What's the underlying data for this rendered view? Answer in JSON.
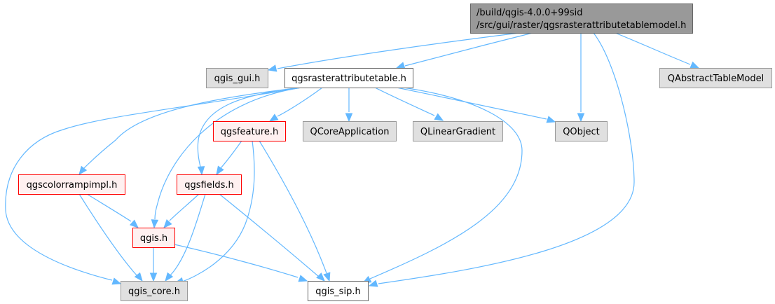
{
  "diagram": {
    "type": "include-dependency-graph",
    "colors": {
      "edge": "#63b8ff",
      "root_fill": "#999999",
      "root_stroke": "#666666",
      "external_fill": "#e0e0e0",
      "external_stroke": "#999999",
      "documented_fill": "#ffffff",
      "documented_stroke": "#666666",
      "truncated_fill": "#fff0f0",
      "truncated_stroke": "#ff0000"
    },
    "nodes": [
      {
        "id": "root",
        "lines": [
          "/build/qgis-4.0.0+99sid",
          "/src/gui/raster/qgsrasterattributetablemodel.h"
        ],
        "style": "root"
      },
      {
        "id": "qgis_gui",
        "lines": [
          "qgis_gui.h"
        ],
        "style": "external"
      },
      {
        "id": "qgsrasterattributetable",
        "lines": [
          "qgsrasterattributetable.h"
        ],
        "style": "documented"
      },
      {
        "id": "QAbstractTableModel",
        "lines": [
          "QAbstractTableModel"
        ],
        "style": "external"
      },
      {
        "id": "qgsfeature",
        "lines": [
          "qgsfeature.h"
        ],
        "style": "truncated"
      },
      {
        "id": "QCoreApplication",
        "lines": [
          "QCoreApplication"
        ],
        "style": "external"
      },
      {
        "id": "QLinearGradient",
        "lines": [
          "QLinearGradient"
        ],
        "style": "external"
      },
      {
        "id": "QObject",
        "lines": [
          "QObject"
        ],
        "style": "external"
      },
      {
        "id": "qgscolorrampimpl",
        "lines": [
          "qgscolorrampimpl.h"
        ],
        "style": "truncated"
      },
      {
        "id": "qgsfields",
        "lines": [
          "qgsfields.h"
        ],
        "style": "truncated"
      },
      {
        "id": "qgis",
        "lines": [
          "qgis.h"
        ],
        "style": "truncated"
      },
      {
        "id": "qgis_core",
        "lines": [
          "qgis_core.h"
        ],
        "style": "external"
      },
      {
        "id": "qgis_sip",
        "lines": [
          "qgis_sip.h"
        ],
        "style": "documented"
      }
    ],
    "edges": [
      {
        "from": "root",
        "to": "qgis_gui"
      },
      {
        "from": "root",
        "to": "qgsrasterattributetable"
      },
      {
        "from": "root",
        "to": "QObject"
      },
      {
        "from": "root",
        "to": "qgis_sip"
      },
      {
        "from": "root",
        "to": "QAbstractTableModel"
      },
      {
        "from": "qgsrasterattributetable",
        "to": "qgsfeature"
      },
      {
        "from": "qgsrasterattributetable",
        "to": "QCoreApplication"
      },
      {
        "from": "qgsrasterattributetable",
        "to": "QLinearGradient"
      },
      {
        "from": "qgsrasterattributetable",
        "to": "QObject"
      },
      {
        "from": "qgsrasterattributetable",
        "to": "qgscolorrampimpl"
      },
      {
        "from": "qgsrasterattributetable",
        "to": "qgsfields"
      },
      {
        "from": "qgsrasterattributetable",
        "to": "qgis"
      },
      {
        "from": "qgsrasterattributetable",
        "to": "qgis_core"
      },
      {
        "from": "qgsrasterattributetable",
        "to": "qgis_sip"
      },
      {
        "from": "qgsfeature",
        "to": "qgsfields"
      },
      {
        "from": "qgsfeature",
        "to": "qgis_core"
      },
      {
        "from": "qgsfeature",
        "to": "qgis_sip"
      },
      {
        "from": "qgscolorrampimpl",
        "to": "qgis"
      },
      {
        "from": "qgscolorrampimpl",
        "to": "qgis_core"
      },
      {
        "from": "qgsfields",
        "to": "qgis"
      },
      {
        "from": "qgsfields",
        "to": "qgis_core"
      },
      {
        "from": "qgsfields",
        "to": "qgis_sip"
      },
      {
        "from": "qgis",
        "to": "qgis_core"
      },
      {
        "from": "qgis",
        "to": "qgis_sip"
      }
    ]
  }
}
